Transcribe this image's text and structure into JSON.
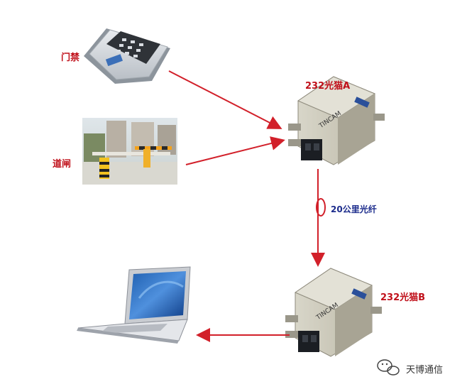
{
  "labels": {
    "access_control": "门禁",
    "gate": "道闸",
    "modem_a": "232光猫A",
    "modem_b": "232光猫B",
    "fiber": "20公里光纤",
    "device_brand": "TINCAM"
  },
  "watermark": {
    "text": "天博通信"
  },
  "colors": {
    "arrow": "#d2202a",
    "label_red": "#c0101a",
    "label_blue": "#1c2c8c"
  },
  "icons": {
    "keypad": "access-control-keypad-icon",
    "barrier": "parking-barrier-photo",
    "modem": "fiber-modem-icon",
    "laptop": "laptop-icon",
    "wechat": "wechat-icon"
  }
}
